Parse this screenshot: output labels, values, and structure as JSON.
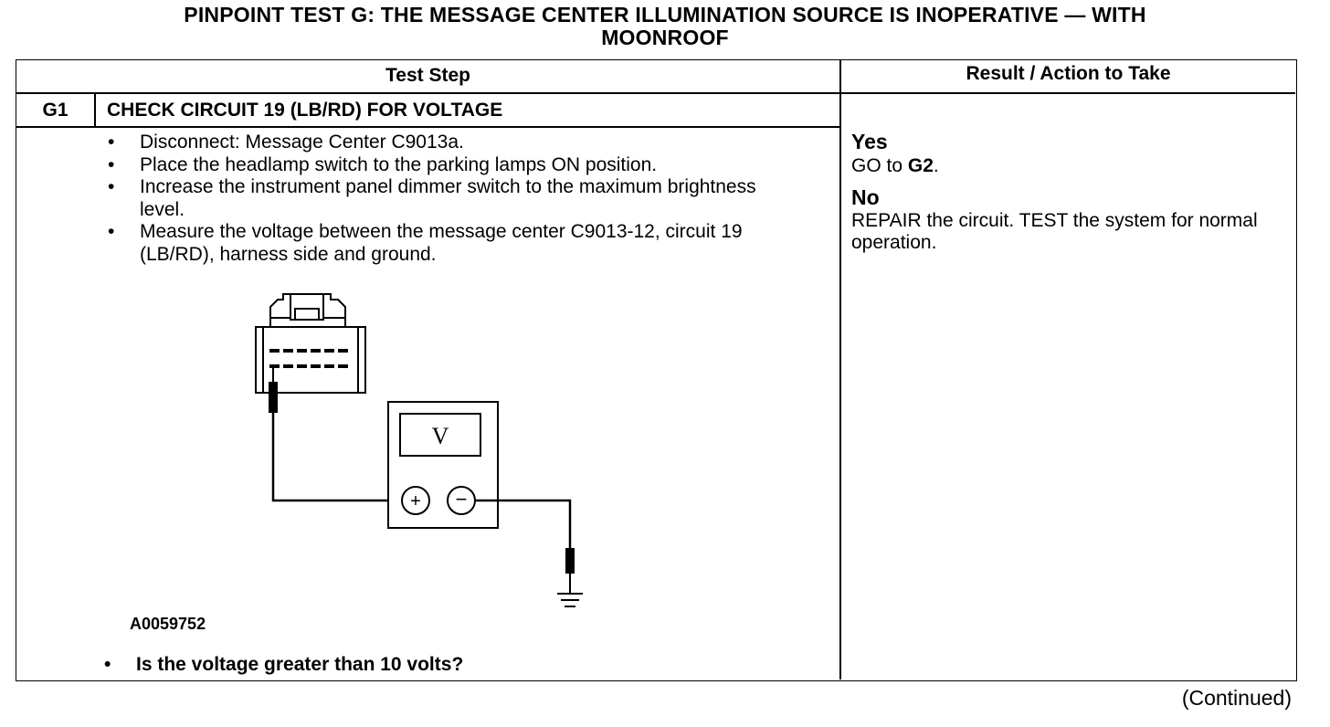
{
  "title": "PINPOINT TEST  G: THE MESSAGE CENTER ILLUMINATION SOURCE IS INOPERATIVE — WITH MOONROOF",
  "title_line1": "PINPOINT TEST  G: THE MESSAGE CENTER ILLUMINATION SOURCE IS INOPERATIVE — WITH",
  "title_line2": "MOONROOF",
  "table": {
    "headers": {
      "test_step": "Test Step",
      "result": "Result / Action to Take"
    },
    "step": {
      "id": "G1",
      "title": "CHECK CIRCUIT 19 (LB/RD) FOR VOLTAGE",
      "bullets": [
        "Disconnect: Message Center C9013a.",
        "Place the headlamp switch to the parking lamps ON position.",
        "Increase the instrument panel dimmer switch to the maximum brightness level.",
        "Measure the voltage between the message center C9013-12, circuit 19 (LB/RD), harness side and ground."
      ],
      "figure_id": "A0059752",
      "meter_label": "V",
      "question_bullet": "•",
      "question": "Is the voltage greater than 10 volts?"
    },
    "result": {
      "yes_label": "Yes",
      "yes_text_prefix": "GO to ",
      "yes_text_target": "G2",
      "yes_text_suffix": ".",
      "no_label": "No",
      "no_text": "REPAIR the circuit. TEST the system for normal operation."
    }
  },
  "continued": "(Continued)"
}
